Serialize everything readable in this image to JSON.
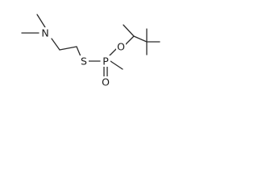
{
  "structure": {
    "atoms": {
      "nitrogen": "N",
      "sulfur": "S",
      "phosphorus": "P",
      "oxygen_ester": "O",
      "oxygen_double": "O"
    }
  }
}
